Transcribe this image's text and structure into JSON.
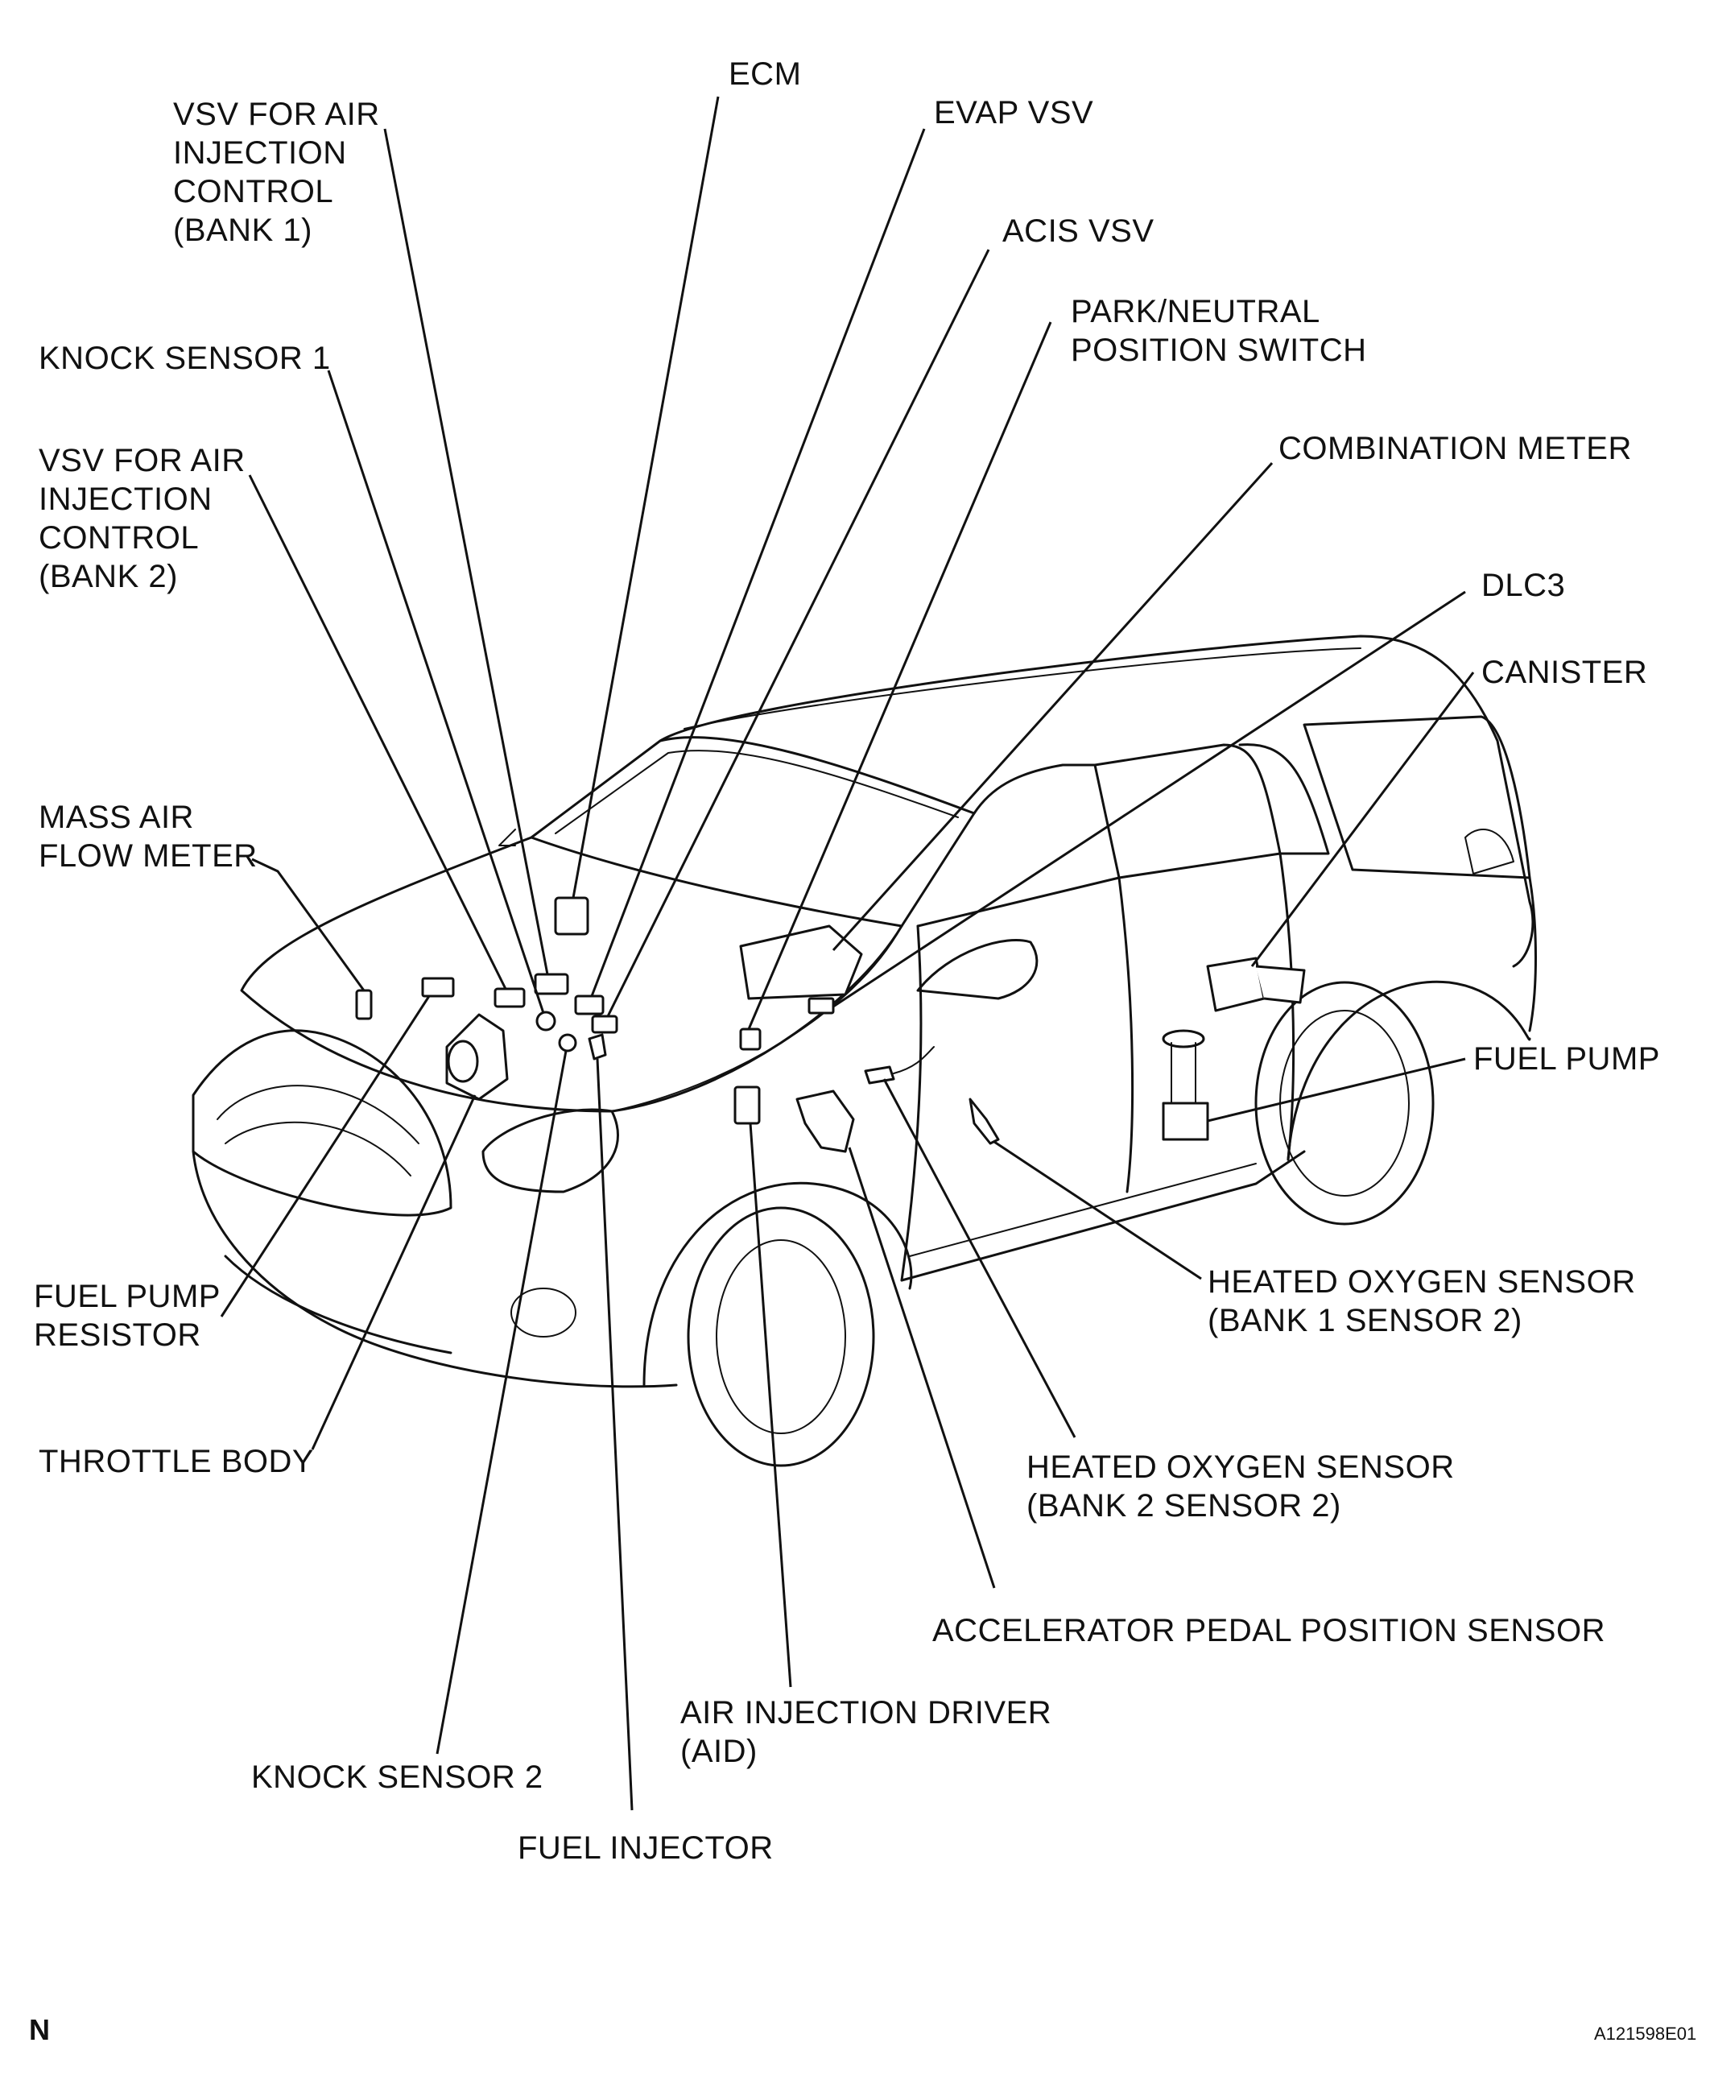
{
  "labels": [
    {
      "id": "ecm",
      "lines": [
        "ECM"
      ]
    },
    {
      "id": "vsv-air-injection-bank1",
      "lines": [
        "VSV FOR AIR",
        "INJECTION",
        "CONTROL",
        "(BANK 1)"
      ]
    },
    {
      "id": "evap-vsv",
      "lines": [
        "EVAP VSV"
      ]
    },
    {
      "id": "acis-vsv",
      "lines": [
        "ACIS VSV"
      ]
    },
    {
      "id": "park-neutral-switch",
      "lines": [
        "PARK/NEUTRAL",
        "POSITION SWITCH"
      ]
    },
    {
      "id": "knock-sensor-1",
      "lines": [
        "KNOCK SENSOR 1"
      ]
    },
    {
      "id": "vsv-air-injection-bank2",
      "lines": [
        "VSV FOR AIR",
        "INJECTION",
        "CONTROL",
        "(BANK 2)"
      ]
    },
    {
      "id": "combination-meter",
      "lines": [
        "COMBINATION METER"
      ]
    },
    {
      "id": "dlc3",
      "lines": [
        "DLC3"
      ]
    },
    {
      "id": "canister",
      "lines": [
        "CANISTER"
      ]
    },
    {
      "id": "mass-air-flow-meter",
      "lines": [
        "MASS AIR",
        "FLOW METER"
      ]
    },
    {
      "id": "fuel-pump",
      "lines": [
        "FUEL PUMP"
      ]
    },
    {
      "id": "heated-o2-b1s2",
      "lines": [
        "HEATED OXYGEN SENSOR",
        "(BANK 1 SENSOR 2)"
      ]
    },
    {
      "id": "fuel-pump-resistor",
      "lines": [
        "FUEL PUMP",
        "RESISTOR"
      ]
    },
    {
      "id": "throttle-body",
      "lines": [
        "THROTTLE BODY"
      ]
    },
    {
      "id": "heated-o2-b2s2",
      "lines": [
        "HEATED OXYGEN SENSOR",
        "(BANK 2 SENSOR 2)"
      ]
    },
    {
      "id": "accelerator-pedal-sensor",
      "lines": [
        "ACCELERATOR PEDAL POSITION SENSOR"
      ]
    },
    {
      "id": "air-injection-driver",
      "lines": [
        "AIR INJECTION DRIVER",
        "(AID)"
      ]
    },
    {
      "id": "knock-sensor-2",
      "lines": [
        "KNOCK SENSOR 2"
      ]
    },
    {
      "id": "fuel-injector",
      "lines": [
        "FUEL INJECTOR"
      ]
    }
  ],
  "footer": {
    "orientation_mark": "N",
    "figure_id": "A121598E01"
  }
}
